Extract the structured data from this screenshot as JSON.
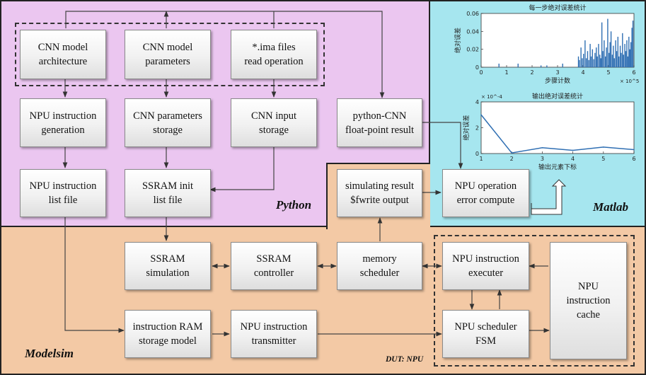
{
  "regions": {
    "python": {
      "label": "Python",
      "color": "#ebc6f0"
    },
    "matlab": {
      "label": "Matlab",
      "color": "#a6e6ef"
    },
    "modelsim": {
      "label": "Modelsim",
      "color": "#f3c9a5"
    },
    "dut": {
      "label": "DUT: NPU"
    }
  },
  "boxes": {
    "cnn_arch": "CNN model\narchitecture",
    "cnn_params": "CNN model\nparameters",
    "ima_read": "*.ima files\nread operation",
    "npu_instr_gen": "NPU instruction\ngeneration",
    "cnn_param_storage": "CNN parameters\nstorage",
    "cnn_input_storage": "CNN input\nstorage",
    "python_cnn_result": "python-CNN\nfloat-point result",
    "npu_instr_list": "NPU instruction\nlist file",
    "ssram_init": "SSRAM init\nlist file",
    "sim_result": "simulating result\n$fwrite output",
    "npu_error": "NPU operation\nerror compute",
    "ssram_sim": "SSRAM\nsimulation",
    "ssram_ctrl": "SSRAM\ncontroller",
    "mem_sched": "memory\nscheduler",
    "npu_exec": "NPU instruction\nexecuter",
    "npu_cache": "NPU\ninstruction\ncache",
    "instr_ram": "instruction RAM\nstorage model",
    "npu_transmit": "NPU instruction\ntransmitter",
    "npu_fsm": "NPU scheduler\nFSM"
  },
  "chart_data": [
    {
      "type": "bar",
      "title": "每一步绝对误差统计",
      "xlabel": "步骤计数",
      "ylabel": "绝对误差",
      "x_ticks": [
        "0",
        "1",
        "2",
        "3",
        "4",
        "5",
        "6"
      ],
      "x_multiplier": "× 10^5",
      "y_ticks": [
        "0",
        "0.02",
        "0.04",
        "0.06"
      ],
      "xlim": [
        0,
        600000
      ],
      "ylim": [
        0,
        0.06
      ],
      "color": "#2f6fb3",
      "points": [
        [
          70000,
          0.004
        ],
        [
          145000,
          0.004
        ],
        [
          235000,
          0.002
        ],
        [
          258000,
          0.002
        ],
        [
          320000,
          0.004
        ],
        [
          382000,
          0.012
        ],
        [
          386000,
          0.008
        ],
        [
          392000,
          0.022
        ],
        [
          397000,
          0.01
        ],
        [
          402000,
          0.015
        ],
        [
          408000,
          0.03
        ],
        [
          413000,
          0.01
        ],
        [
          418000,
          0.018
        ],
        [
          423000,
          0.008
        ],
        [
          428000,
          0.026
        ],
        [
          432000,
          0.012
        ],
        [
          437000,
          0.02
        ],
        [
          442000,
          0.009
        ],
        [
          447000,
          0.016
        ],
        [
          452000,
          0.022
        ],
        [
          456000,
          0.012
        ],
        [
          461000,
          0.026
        ],
        [
          466000,
          0.014
        ],
        [
          470000,
          0.01
        ],
        [
          474000,
          0.05
        ],
        [
          478000,
          0.018
        ],
        [
          483000,
          0.03
        ],
        [
          488000,
          0.012
        ],
        [
          492000,
          0.022
        ],
        [
          497000,
          0.054
        ],
        [
          502000,
          0.016
        ],
        [
          506000,
          0.028
        ],
        [
          510000,
          0.04
        ],
        [
          515000,
          0.014
        ],
        [
          519000,
          0.024
        ],
        [
          523000,
          0.01
        ],
        [
          528000,
          0.03
        ],
        [
          532000,
          0.018
        ],
        [
          537000,
          0.034
        ],
        [
          541000,
          0.012
        ],
        [
          546000,
          0.024
        ],
        [
          550000,
          0.016
        ],
        [
          555000,
          0.038
        ],
        [
          559000,
          0.014
        ],
        [
          564000,
          0.026
        ],
        [
          568000,
          0.018
        ],
        [
          572000,
          0.03
        ],
        [
          576000,
          0.012
        ],
        [
          580000,
          0.034
        ],
        [
          584000,
          0.02
        ],
        [
          588000,
          0.028
        ],
        [
          592000,
          0.044
        ],
        [
          596000,
          0.052
        ]
      ]
    },
    {
      "type": "line",
      "title": "输出绝对误差统计",
      "xlabel": "输出元素下标",
      "ylabel": "绝对误差",
      "y_multiplier": "× 10^-4",
      "x_ticks": [
        "1",
        "2",
        "3",
        "4",
        "5",
        "6"
      ],
      "y_ticks": [
        "0",
        "2",
        "4"
      ],
      "xlim": [
        1,
        6
      ],
      "ylim": [
        0,
        4
      ],
      "color": "#2f6fb3",
      "x": [
        1,
        2,
        3,
        4,
        5,
        6
      ],
      "y": [
        3.0,
        0.05,
        0.45,
        0.25,
        0.5,
        0.3
      ]
    }
  ]
}
